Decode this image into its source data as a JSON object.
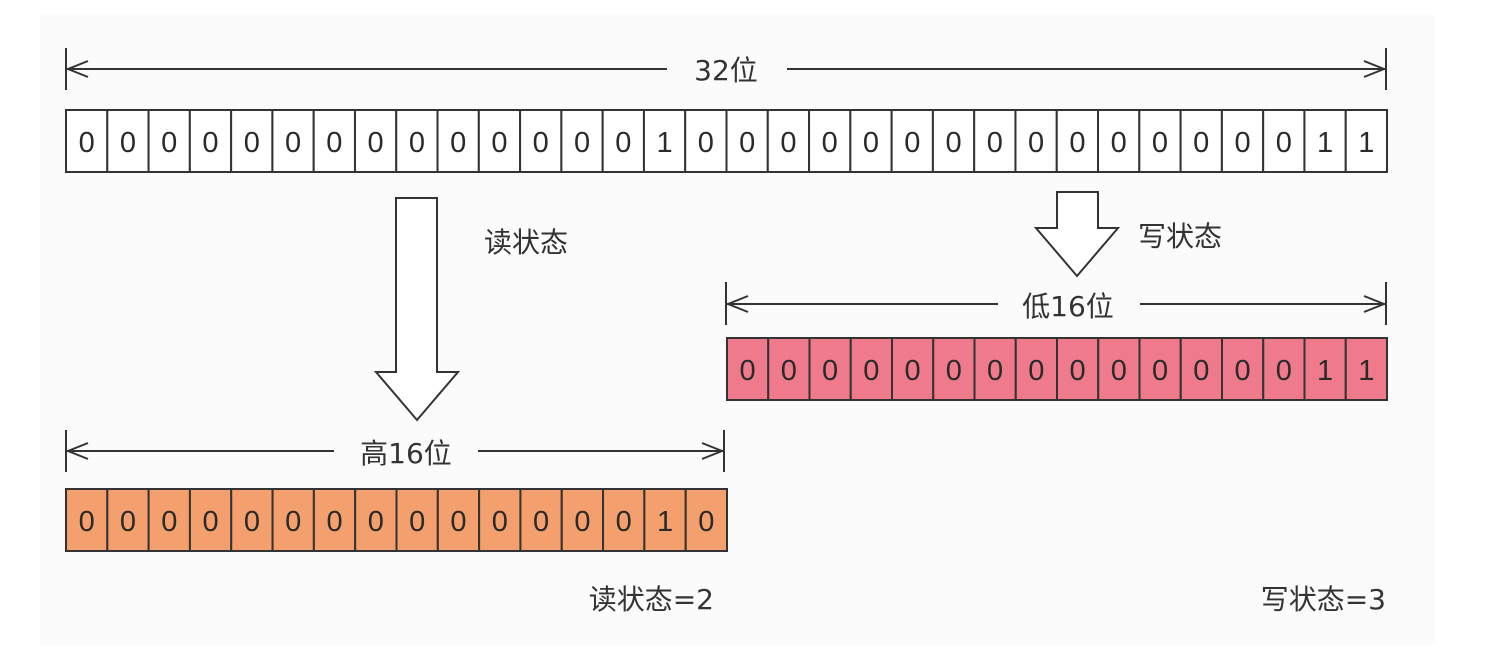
{
  "diagram": {
    "full_register": {
      "label": "32位",
      "bits": [
        "0",
        "0",
        "0",
        "0",
        "0",
        "0",
        "0",
        "0",
        "0",
        "0",
        "0",
        "0",
        "0",
        "0",
        "1",
        "0",
        "0",
        "0",
        "0",
        "0",
        "0",
        "0",
        "0",
        "0",
        "0",
        "0",
        "0",
        "0",
        "0",
        "0",
        "1",
        "1"
      ],
      "fill": "#ffffff"
    },
    "read": {
      "arrow_label": "读状态",
      "dimension_label": "高16位",
      "bits": [
        "0",
        "0",
        "0",
        "0",
        "0",
        "0",
        "0",
        "0",
        "0",
        "0",
        "0",
        "0",
        "0",
        "0",
        "1",
        "0"
      ],
      "fill": "#f4a06e",
      "result": "读状态=2"
    },
    "write": {
      "arrow_label": "写状态",
      "dimension_label": "低16位",
      "bits": [
        "0",
        "0",
        "0",
        "0",
        "0",
        "0",
        "0",
        "0",
        "0",
        "0",
        "0",
        "0",
        "0",
        "0",
        "1",
        "1"
      ],
      "fill": "#ee7a8c",
      "result": "写状态=3"
    },
    "colors": {
      "stroke": "#333333",
      "panel": "#fbfbfb"
    }
  }
}
